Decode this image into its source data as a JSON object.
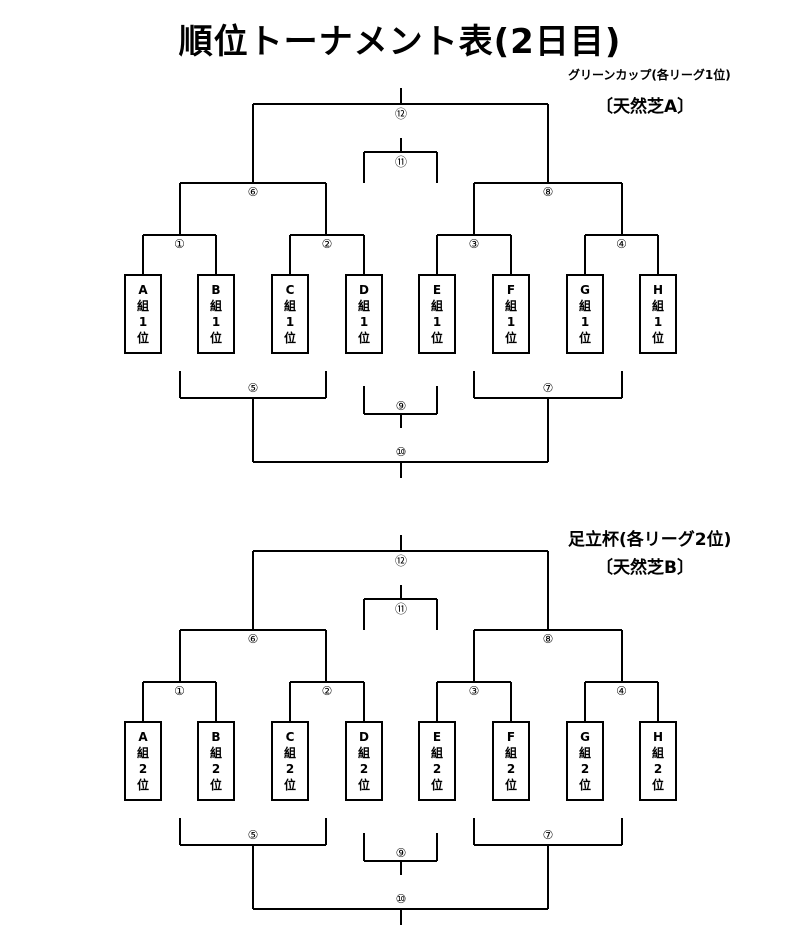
{
  "page": {
    "title": "順位トーナメント表(2日目)"
  },
  "brackets": [
    {
      "cup_name": "グリーンカップ(各リーグ1位)",
      "venue": "〔天然芝A〕",
      "teams": [
        [
          "A",
          "組",
          "1",
          "位"
        ],
        [
          "B",
          "組",
          "1",
          "位"
        ],
        [
          "C",
          "組",
          "1",
          "位"
        ],
        [
          "D",
          "組",
          "1",
          "位"
        ],
        [
          "E",
          "組",
          "1",
          "位"
        ],
        [
          "F",
          "組",
          "1",
          "位"
        ],
        [
          "G",
          "組",
          "1",
          "位"
        ],
        [
          "H",
          "組",
          "1",
          "位"
        ]
      ],
      "matches": [
        "①",
        "②",
        "③",
        "④",
        "⑤",
        "⑥",
        "⑦",
        "⑧",
        "⑨",
        "⑩",
        "⑪",
        "⑫"
      ]
    },
    {
      "cup_name": "足立杯(各リーグ2位)",
      "venue": "〔天然芝B〕",
      "teams": [
        [
          "A",
          "組",
          "2",
          "位"
        ],
        [
          "B",
          "組",
          "2",
          "位"
        ],
        [
          "C",
          "組",
          "2",
          "位"
        ],
        [
          "D",
          "組",
          "2",
          "位"
        ],
        [
          "E",
          "組",
          "2",
          "位"
        ],
        [
          "F",
          "組",
          "2",
          "位"
        ],
        [
          "G",
          "組",
          "2",
          "位"
        ],
        [
          "H",
          "組",
          "2",
          "位"
        ]
      ],
      "matches": [
        "①",
        "②",
        "③",
        "④",
        "⑤",
        "⑥",
        "⑦",
        "⑧",
        "⑨",
        "⑩",
        "⑪",
        "⑫"
      ]
    }
  ]
}
